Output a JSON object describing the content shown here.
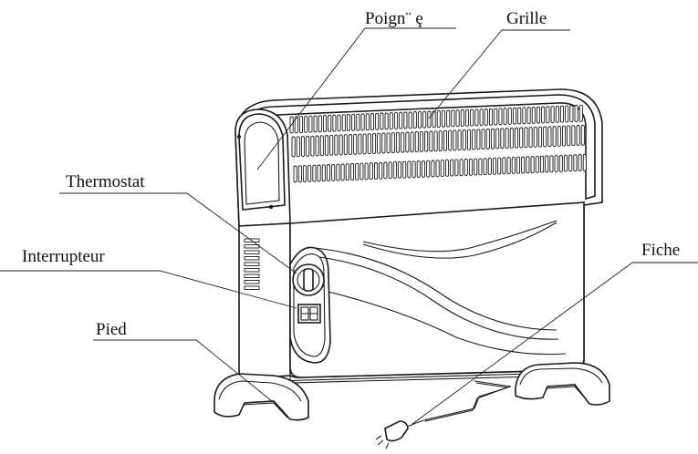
{
  "labels": {
    "handle": "Poign¨ ȩ",
    "grille": "Grille",
    "thermostat": "Thermostat",
    "switch": "Interrupteur",
    "foot": "Pied",
    "plug": "Fiche"
  }
}
